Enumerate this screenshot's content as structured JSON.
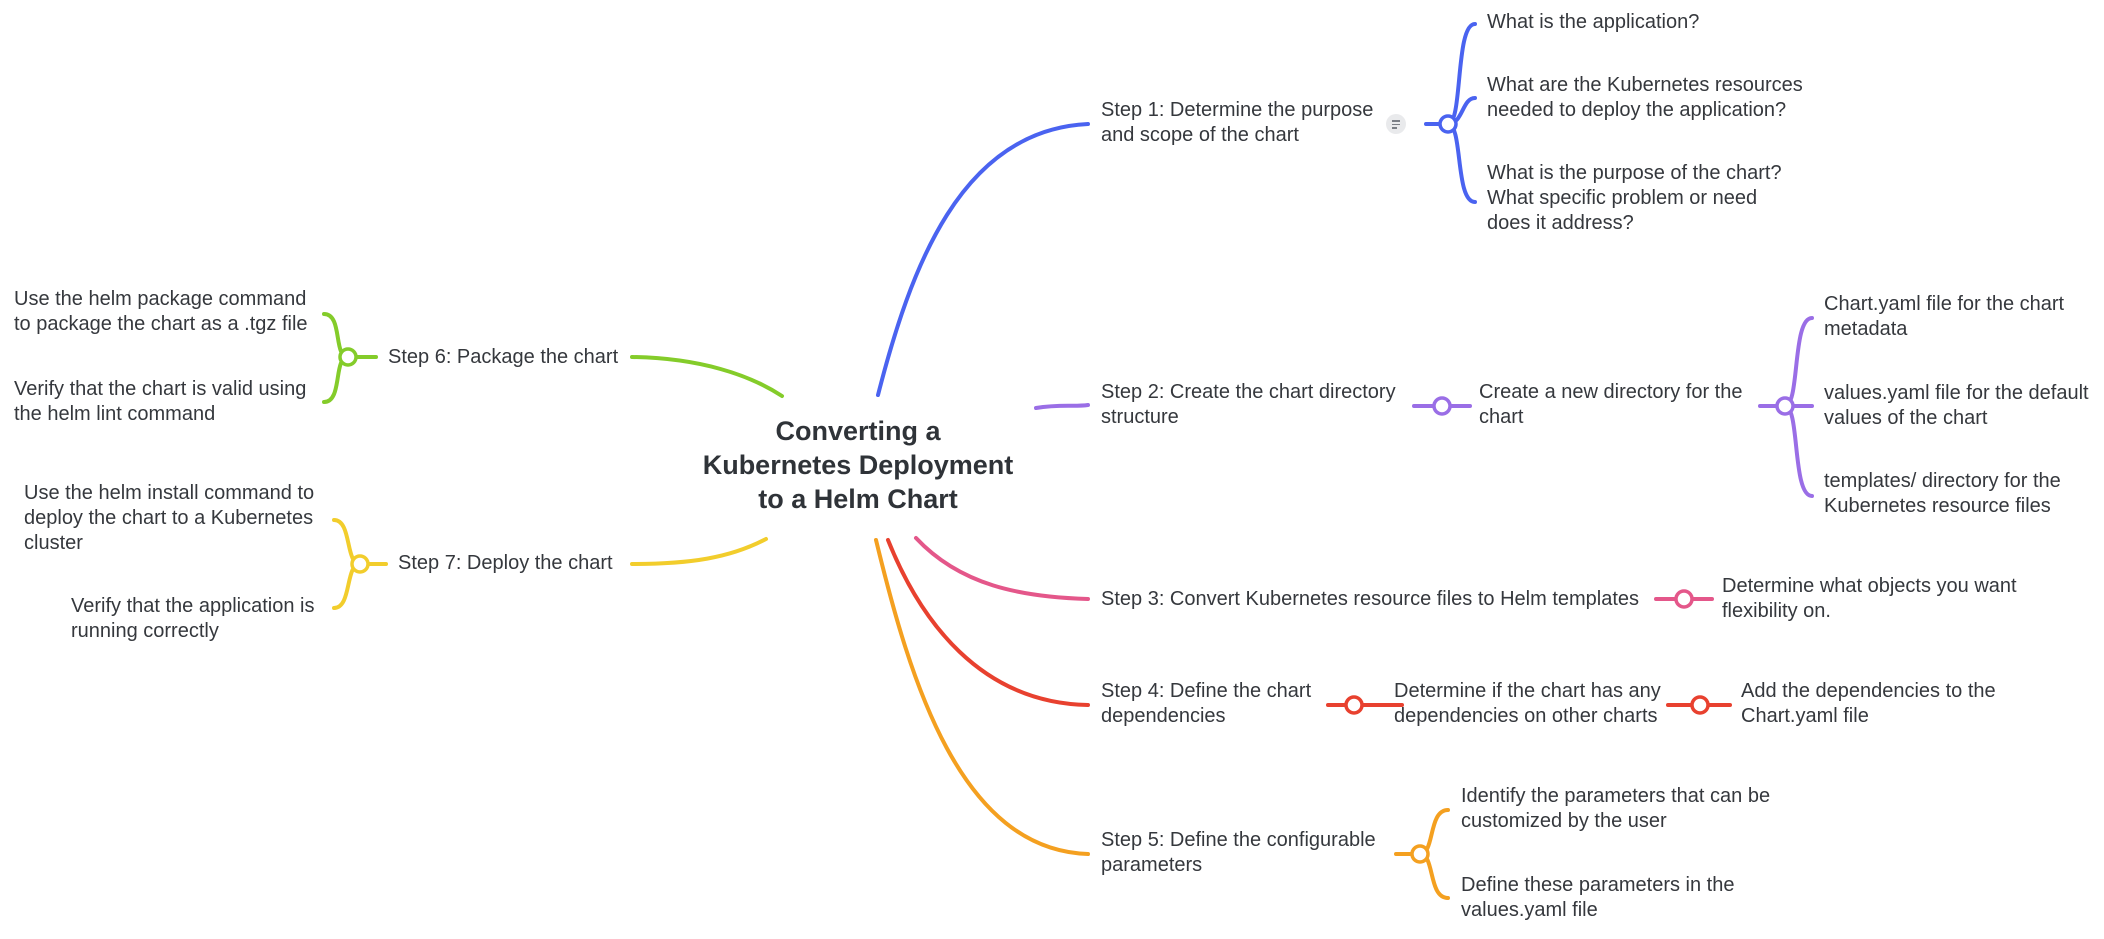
{
  "center": {
    "title": "Converting a\nKubernetes Deployment\nto a Helm Chart"
  },
  "colors": {
    "step1": "#4a63f0",
    "step2": "#9a6ee6",
    "step3": "#e4578a",
    "step4": "#e8412f",
    "step5": "#f4a020",
    "step6": "#84cc2a",
    "step7": "#f2cd2c"
  },
  "icons": {
    "note": "note-icon"
  },
  "steps": {
    "step1": {
      "label": "Step 1: Determine the purpose\nand scope of the chart",
      "children": [
        "What is the application?",
        "What are the Kubernetes resources\nneeded to deploy the application?",
        "What is the purpose of the chart?\nWhat specific problem or need\ndoes it address?"
      ]
    },
    "step2": {
      "label": "Step 2: Create the chart directory\nstructure",
      "sub": "Create a new directory for the\nchart",
      "children": [
        "Chart.yaml file for the chart\nmetadata",
        "values.yaml file for the default\nvalues of the chart",
        "templates/ directory for the\nKubernetes resource files"
      ]
    },
    "step3": {
      "label": "Step 3: Convert Kubernetes resource files to Helm templates",
      "child": "Determine what objects you want\nflexibility on."
    },
    "step4": {
      "label": "Step 4: Define the chart\ndependencies",
      "sub": "Determine if the chart has any\ndependencies on other charts",
      "child": "Add the dependencies to the\nChart.yaml file"
    },
    "step5": {
      "label": "Step 5: Define the configurable\nparameters",
      "children": [
        "Identify the parameters that can be\ncustomized by the user",
        "Define these parameters in the\nvalues.yaml file"
      ]
    },
    "step6": {
      "label": "Step 6: Package the chart",
      "children": [
        "Use the helm package command\nto package the chart as a .tgz file",
        "Verify that the chart is valid using\nthe helm lint command"
      ]
    },
    "step7": {
      "label": "Step 7: Deploy the chart",
      "children": [
        "Use the helm install command to\ndeploy the chart to a Kubernetes\ncluster",
        "Verify that the application is\nrunning correctly"
      ]
    }
  }
}
